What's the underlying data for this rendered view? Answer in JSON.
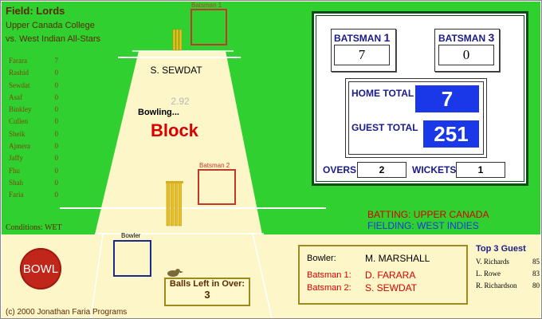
{
  "header": {
    "title": "Field: Lords",
    "home_team": "Upper Canada College",
    "away_team": "vs. West Indian All-Stars"
  },
  "roster": [
    {
      "name": "Farara",
      "score": "7"
    },
    {
      "name": "Rashid",
      "score": "0"
    },
    {
      "name": "Sewdat",
      "score": "0"
    },
    {
      "name": "Asaf",
      "score": "0"
    },
    {
      "name": "Binkley",
      "score": "0"
    },
    {
      "name": "Cullen",
      "score": "0"
    },
    {
      "name": "Sheik",
      "score": "0"
    },
    {
      "name": "Ajmera",
      "score": "0"
    },
    {
      "name": "Jaffy",
      "score": "0"
    },
    {
      "name": "Fhu",
      "score": "0"
    },
    {
      "name": "Shah",
      "score": "0"
    },
    {
      "name": "Faria",
      "score": "0"
    }
  ],
  "conditions": "Conditions:  WET",
  "field": {
    "batsman1_label": "Batsman 1",
    "batsman2_label": "Batsman 2",
    "bowler_label": "Bowler",
    "striker_name": "S. SEWDAT",
    "speed": "2.92",
    "bowling_text": "Bowling...",
    "shot_text": "Block"
  },
  "bowl_button": "BOWL",
  "balls_left": {
    "label": "Balls Left in Over:",
    "value": "3"
  },
  "copyright": "(c) 2000 Jonathan Faria Programs",
  "scoreboard": {
    "batsman_a_label": "BATSMAN",
    "batsman_a_num": "1",
    "batsman_a_score": "7",
    "batsman_b_label": "BATSMAN",
    "batsman_b_num": "3",
    "batsman_b_score": "0",
    "home_total_label": "HOME TOTAL",
    "home_total": "7",
    "guest_total_label": "GUEST TOTAL",
    "guest_total": "251",
    "overs_label": "OVERS",
    "overs": "2",
    "wickets_label": "WICKETS",
    "wickets": "1"
  },
  "status": {
    "batting": "BATTING: UPPER CANADA",
    "fielding": "FIELDING: WEST INDIES"
  },
  "info": {
    "bowler_label": "Bowler:",
    "bowler": "M. MARSHALL",
    "batsman1_label": "Batsman 1:",
    "batsman1": "D. FARARA",
    "batsman2_label": "Batsman 2:",
    "batsman2": "S. SEWDAT"
  },
  "top3": {
    "title": "Top 3 Guest",
    "rows": [
      {
        "name": "V. Richards",
        "score": "85"
      },
      {
        "name": "L. Rowe",
        "score": "83"
      },
      {
        "name": "R. Richardson",
        "score": "80"
      }
    ]
  },
  "colors": {
    "field_green": "#2fd02f",
    "pitch": "#fcf6c8",
    "scoreboard_border": "#0c4a18",
    "total_blue": "#1a38e8",
    "bowl_red": "#c0261a"
  }
}
